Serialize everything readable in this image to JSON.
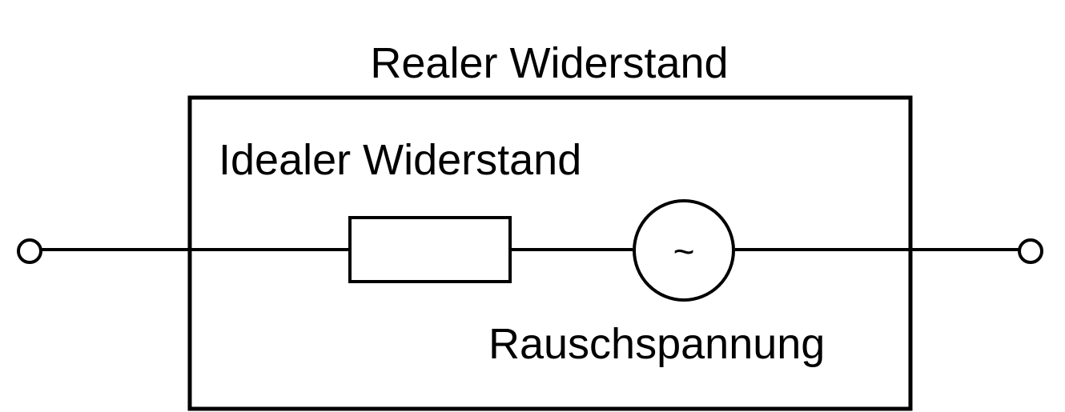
{
  "labels": {
    "outer_title": "Realer Widerstand",
    "inner_title": "Idealer Widerstand",
    "source_label": "Rauschspannung",
    "source_symbol": "~"
  },
  "colors": {
    "stroke": "#000000",
    "background": "#ffffff"
  },
  "icons": {
    "source": "ac-voltage-source-icon",
    "resistor": "resistor-icon",
    "terminal": "terminal-circle-icon"
  }
}
